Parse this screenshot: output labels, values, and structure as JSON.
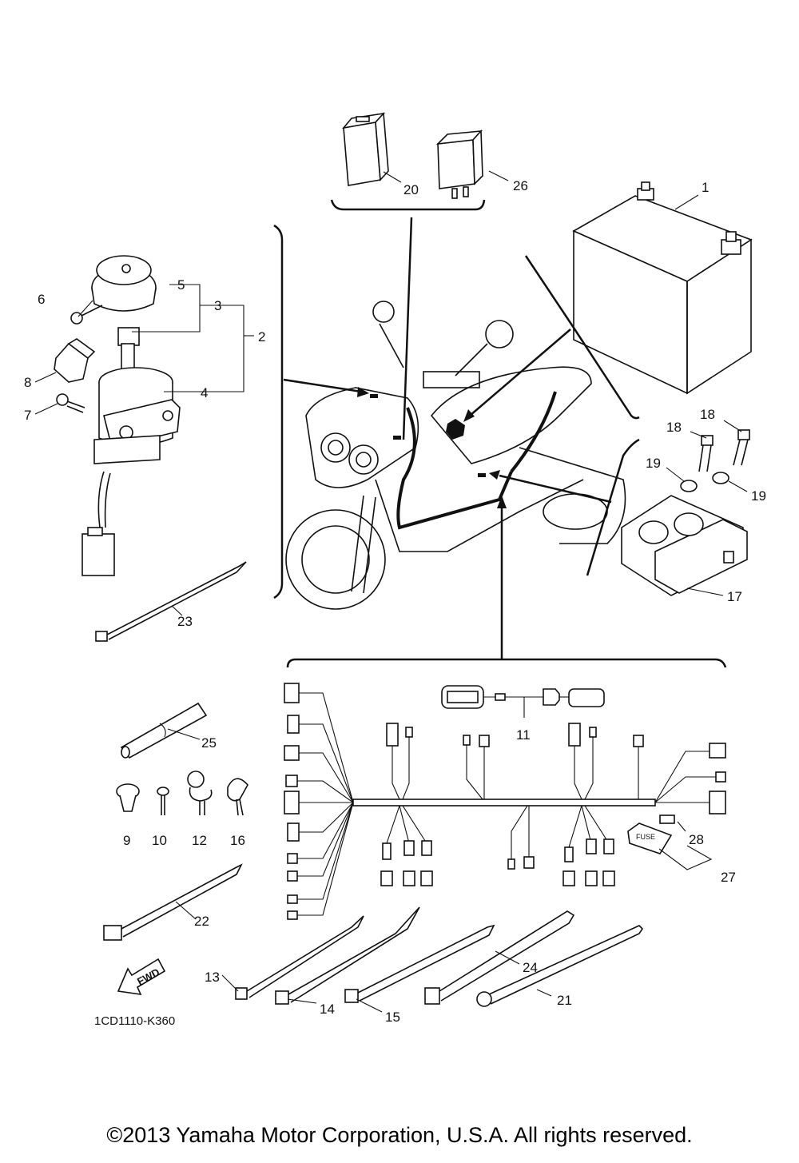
{
  "diagram_code": "1CD1110-K360",
  "fwd_label": "FWD",
  "fuse_label": "FUSE",
  "copyright": "©2013 Yamaha Motor Corporation, U.S.A. All rights reserved.",
  "callouts": {
    "p1": "1",
    "p2": "2",
    "p3": "3",
    "p4": "4",
    "p5": "5",
    "p6": "6",
    "p7": "7",
    "p8": "8",
    "p9": "9",
    "p10": "10",
    "p11": "11",
    "p12": "12",
    "p13": "13",
    "p14": "14",
    "p15": "15",
    "p16": "16",
    "p17": "17",
    "p18a": "18",
    "p18b": "18",
    "p19a": "19",
    "p19b": "19",
    "p20": "20",
    "p21": "21",
    "p22": "22",
    "p23": "23",
    "p24": "24",
    "p25": "25",
    "p26": "26",
    "p27": "27",
    "p28": "28"
  }
}
